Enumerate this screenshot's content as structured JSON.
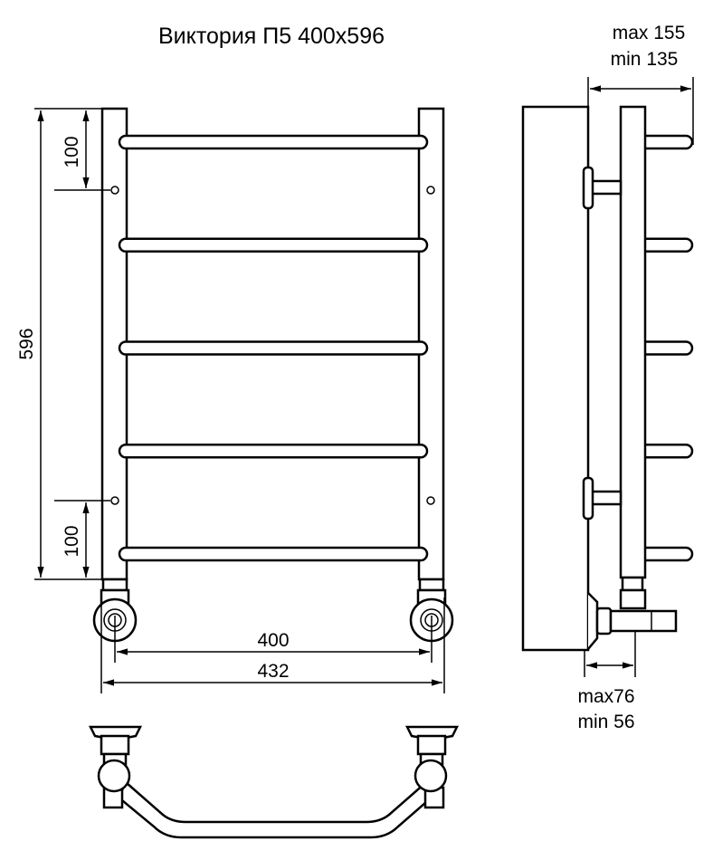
{
  "title": "Виктория П5 400x596",
  "front_view": {
    "height_label": "596",
    "top_offset_label": "100",
    "bottom_offset_label": "100",
    "center_distance_label": "400",
    "overall_width_label": "432",
    "rung_count": 5
  },
  "side_view": {
    "depth_max_label": "max 155",
    "depth_min_label": "min 135",
    "valve_max_label": "max76",
    "valve_min_label": "min 56"
  },
  "colors": {
    "line": "#000000",
    "background": "#ffffff"
  }
}
